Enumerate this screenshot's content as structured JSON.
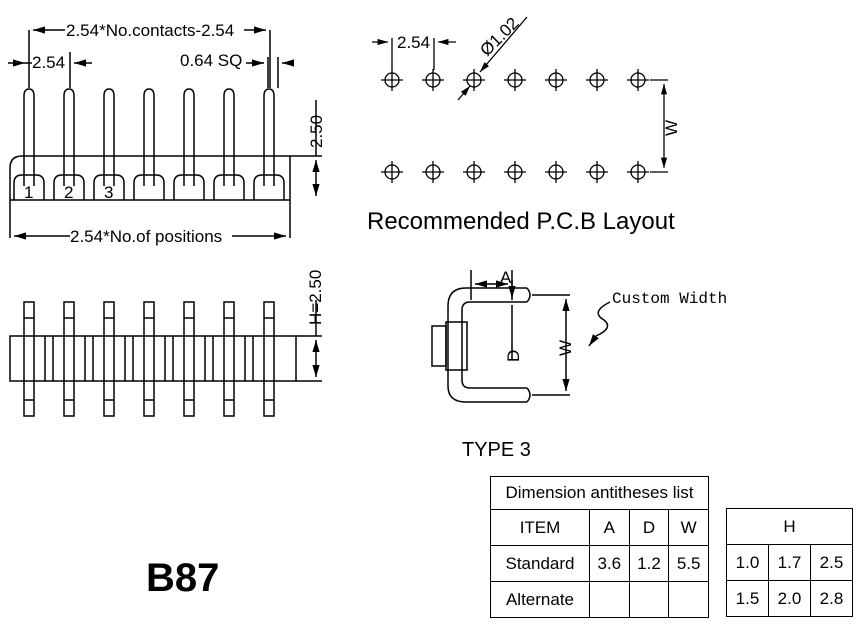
{
  "labels": {
    "pitch_top": "2.54*No.contacts-2.54",
    "pitch_single": "2.54",
    "pin_square": "0.64 SQ",
    "height_250": "2.50",
    "positions": "2.54*No.of positions",
    "pin_numbers": [
      "1",
      "2",
      "3"
    ],
    "h_label": "H=2.50",
    "pcb_pitch": "2.54",
    "hole_diameter": "Ø1.02",
    "w_label": "W",
    "pcb_title": "Recommended P.C.B Layout",
    "a_label": "A",
    "d_label": "D",
    "custom_width": "Custom Width"
  },
  "type_label": "TYPE 3",
  "model": "B87",
  "dimension_table": {
    "title": "Dimension antitheses list",
    "headers": [
      "ITEM",
      "A",
      "D",
      "W"
    ],
    "rows": [
      [
        "Standard",
        "3.6",
        "1.2",
        "5.5"
      ],
      [
        "Alternate",
        "",
        "",
        ""
      ]
    ]
  },
  "h_table": {
    "title": "H",
    "rows": [
      [
        "1.0",
        "1.7",
        "2.5"
      ],
      [
        "1.5",
        "2.0",
        "2.8"
      ]
    ]
  }
}
